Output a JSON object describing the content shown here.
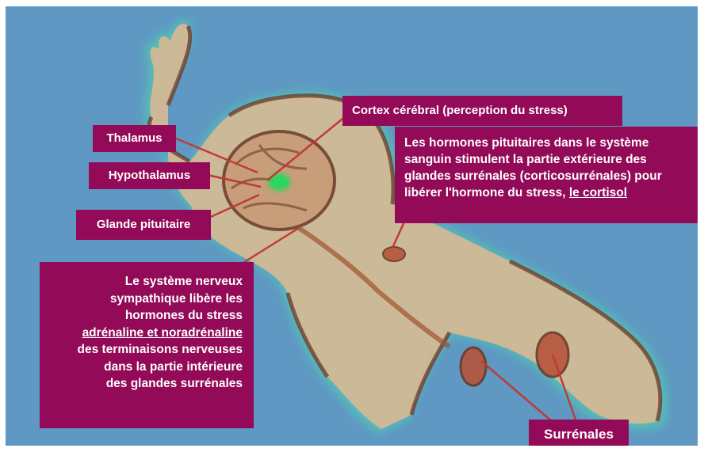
{
  "colors": {
    "background": "#5e98c3",
    "label_fill": "#920a58",
    "pointer_line": "#c03a3a",
    "body_outline": "#6a3a26",
    "body_fill": "#d9b894",
    "glow": "#4fe0a8",
    "brain_center": "#2cd65e"
  },
  "labels": {
    "cortex": "Cortex cérébral (perception du stress)",
    "thalamus": "Thalamus",
    "hypothalamus": "Hypothalamus",
    "pituitary": "Glande pituitaire",
    "hormones": {
      "line1": "Les hormones pituitaires dans le système",
      "line2": "sanguin stimulent la partie extérieure des",
      "line3": "glandes surrénales (corticosurrénales) pour",
      "line4a": "libérer l'hormone du stress, ",
      "line4b": "le cortisol"
    },
    "nervous": {
      "line1": "Le système nerveux",
      "line2": "sympathique libère les",
      "line3": "hormones du stress",
      "line4": "adrénaline et noradrénaline",
      "line5": "des terminaisons nerveuses",
      "line6": "dans la partie intérieure",
      "line7": "des glandes surrénales"
    },
    "adrenals": "Surrénales"
  }
}
